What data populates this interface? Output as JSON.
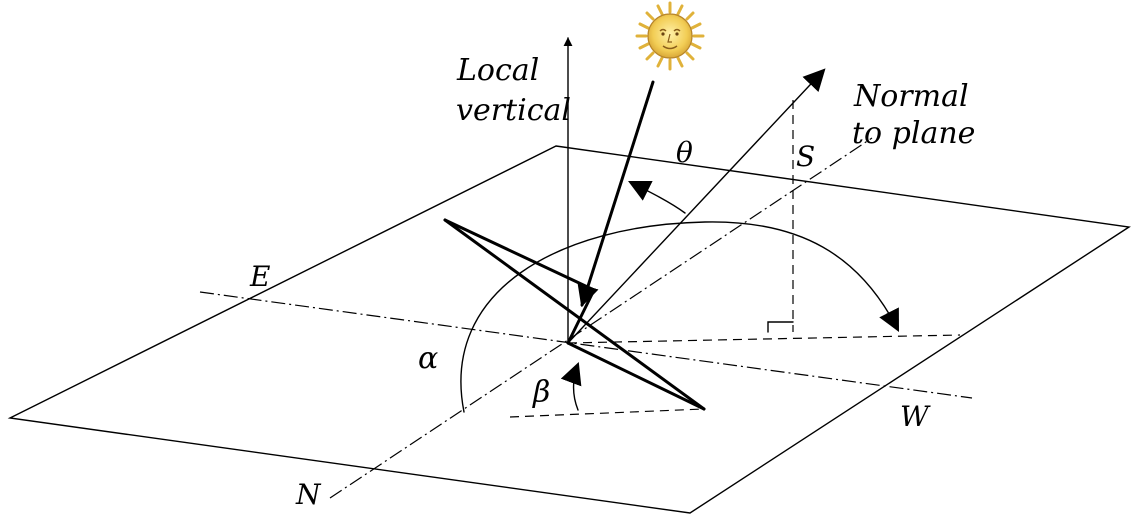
{
  "labels": {
    "local_vertical_line1": "Local",
    "local_vertical_line2": "vertical",
    "normal_line1": "Normal",
    "normal_line2": "to plane",
    "theta": "θ",
    "south": "S",
    "east": "E",
    "west": "W",
    "north": "N",
    "alpha": "α",
    "beta": "β"
  },
  "icons": {
    "sun": "sun-face-icon"
  },
  "colors": {
    "ink": "#000000",
    "background": "#ffffff",
    "sun_fill": "#f2cd55",
    "sun_rays": "#e0b23a",
    "sun_shade": "#b8862a"
  }
}
